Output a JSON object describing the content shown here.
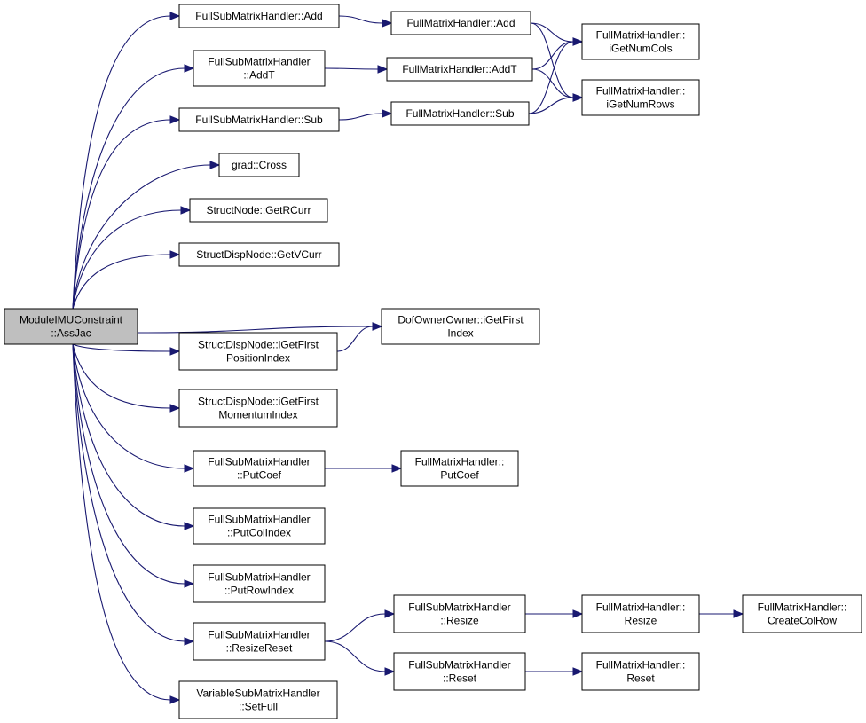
{
  "nodes": [
    {
      "id": "root",
      "lines": [
        "ModuleIMUConstraint",
        "::AssJac"
      ],
      "root": true
    },
    {
      "id": "fsmh_add",
      "lines": [
        "FullSubMatrixHandler::Add"
      ]
    },
    {
      "id": "fsmh_addt",
      "lines": [
        "FullSubMatrixHandler",
        "::AddT"
      ]
    },
    {
      "id": "fsmh_sub",
      "lines": [
        "FullSubMatrixHandler::Sub"
      ]
    },
    {
      "id": "grad_cross",
      "lines": [
        "grad::Cross"
      ]
    },
    {
      "id": "sn_getrcurr",
      "lines": [
        "StructNode::GetRCurr"
      ]
    },
    {
      "id": "sdn_getvcurr",
      "lines": [
        "StructDispNode::GetVCurr"
      ]
    },
    {
      "id": "doo_igetfirst",
      "lines": [
        "DofOwnerOwner::iGetFirst",
        "Index"
      ]
    },
    {
      "id": "sdn_pos",
      "lines": [
        "StructDispNode::iGetFirst",
        "PositionIndex"
      ]
    },
    {
      "id": "sdn_mom",
      "lines": [
        "StructDispNode::iGetFirst",
        "MomentumIndex"
      ]
    },
    {
      "id": "fsmh_putcoef",
      "lines": [
        "FullSubMatrixHandler",
        "::PutCoef"
      ]
    },
    {
      "id": "fsmh_putcol",
      "lines": [
        "FullSubMatrixHandler",
        "::PutColIndex"
      ]
    },
    {
      "id": "fsmh_putrow",
      "lines": [
        "FullSubMatrixHandler",
        "::PutRowIndex"
      ]
    },
    {
      "id": "fsmh_resizereset",
      "lines": [
        "FullSubMatrixHandler",
        "::ResizeReset"
      ]
    },
    {
      "id": "vsmh_setfull",
      "lines": [
        "VariableSubMatrixHandler",
        "::SetFull"
      ]
    },
    {
      "id": "fmh_add",
      "lines": [
        "FullMatrixHandler::Add"
      ]
    },
    {
      "id": "fmh_addt",
      "lines": [
        "FullMatrixHandler::AddT"
      ]
    },
    {
      "id": "fmh_sub",
      "lines": [
        "FullMatrixHandler::Sub"
      ]
    },
    {
      "id": "fmh_cols",
      "lines": [
        "FullMatrixHandler::",
        "iGetNumCols"
      ]
    },
    {
      "id": "fmh_rows",
      "lines": [
        "FullMatrixHandler::",
        "iGetNumRows"
      ]
    },
    {
      "id": "fmh_putcoef",
      "lines": [
        "FullMatrixHandler::",
        "PutCoef"
      ]
    },
    {
      "id": "fsmh_resize",
      "lines": [
        "FullSubMatrixHandler",
        "::Resize"
      ]
    },
    {
      "id": "fsmh_reset",
      "lines": [
        "FullSubMatrixHandler",
        "::Reset"
      ]
    },
    {
      "id": "fmh_resize",
      "lines": [
        "FullMatrixHandler::",
        "Resize"
      ]
    },
    {
      "id": "fmh_reset",
      "lines": [
        "FullMatrixHandler::",
        "Reset"
      ]
    },
    {
      "id": "fmh_createcolrow",
      "lines": [
        "FullMatrixHandler::",
        "CreateColRow"
      ]
    }
  ],
  "edges": [
    {
      "from": "root",
      "to": "fsmh_add"
    },
    {
      "from": "root",
      "to": "fsmh_addt"
    },
    {
      "from": "root",
      "to": "fsmh_sub"
    },
    {
      "from": "root",
      "to": "grad_cross"
    },
    {
      "from": "root",
      "to": "sn_getrcurr"
    },
    {
      "from": "root",
      "to": "sdn_getvcurr"
    },
    {
      "from": "root",
      "to": "doo_igetfirst"
    },
    {
      "from": "root",
      "to": "sdn_pos"
    },
    {
      "from": "root",
      "to": "sdn_mom"
    },
    {
      "from": "root",
      "to": "fsmh_putcoef"
    },
    {
      "from": "root",
      "to": "fsmh_putcol"
    },
    {
      "from": "root",
      "to": "fsmh_putrow"
    },
    {
      "from": "root",
      "to": "fsmh_resizereset"
    },
    {
      "from": "root",
      "to": "vsmh_setfull"
    },
    {
      "from": "fsmh_add",
      "to": "fmh_add"
    },
    {
      "from": "fsmh_addt",
      "to": "fmh_addt"
    },
    {
      "from": "fsmh_sub",
      "to": "fmh_sub"
    },
    {
      "from": "fmh_add",
      "to": "fmh_cols"
    },
    {
      "from": "fmh_add",
      "to": "fmh_rows"
    },
    {
      "from": "fmh_addt",
      "to": "fmh_cols"
    },
    {
      "from": "fmh_addt",
      "to": "fmh_rows"
    },
    {
      "from": "fmh_sub",
      "to": "fmh_cols"
    },
    {
      "from": "fmh_sub",
      "to": "fmh_rows"
    },
    {
      "from": "sdn_pos",
      "to": "doo_igetfirst"
    },
    {
      "from": "fsmh_putcoef",
      "to": "fmh_putcoef"
    },
    {
      "from": "fsmh_resizereset",
      "to": "fsmh_resize"
    },
    {
      "from": "fsmh_resizereset",
      "to": "fsmh_reset"
    },
    {
      "from": "fsmh_resize",
      "to": "fmh_resize"
    },
    {
      "from": "fsmh_reset",
      "to": "fmh_reset"
    },
    {
      "from": "fmh_resize",
      "to": "fmh_createcolrow"
    }
  ],
  "colors": {
    "edge": "#191970",
    "root_fill": "#bfbfbf",
    "node_fill": "#ffffff",
    "node_border": "#000000"
  }
}
